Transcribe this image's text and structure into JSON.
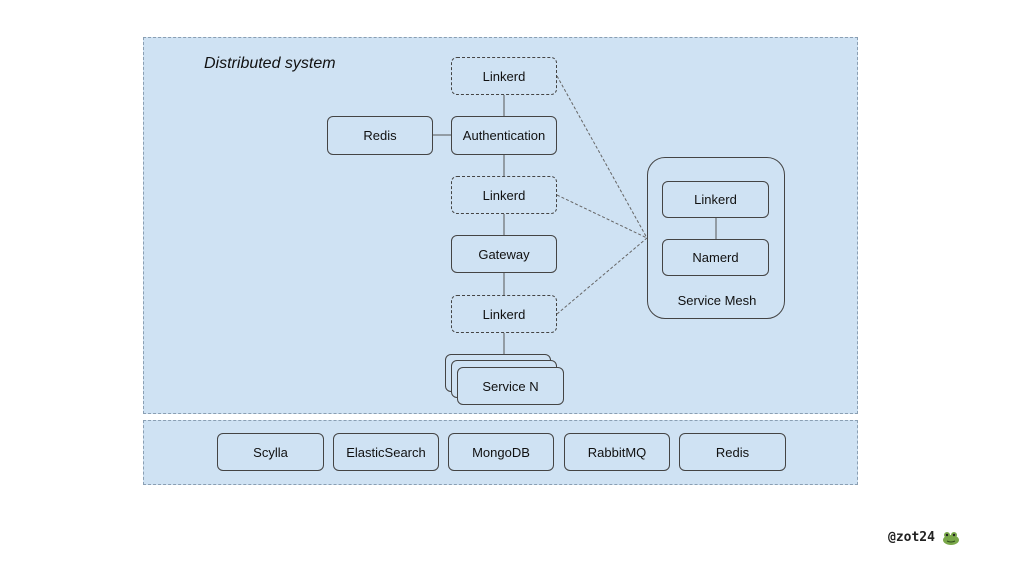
{
  "title": "Distributed system",
  "nodes": {
    "linkerd_top": "Linkerd",
    "redis_cache": "Redis",
    "authentication": "Authentication",
    "linkerd_mid": "Linkerd",
    "gateway": "Gateway",
    "linkerd_bottom": "Linkerd",
    "service_n": "Service N"
  },
  "service_mesh": {
    "label": "Service Mesh",
    "linkerd": "Linkerd",
    "namerd": "Namerd"
  },
  "storage": [
    "Scylla",
    "ElasticSearch",
    "MongoDB",
    "RabbitMQ",
    "Redis"
  ],
  "footer": {
    "handle": "@zot24",
    "logo_icon": "frog-icon"
  },
  "colors": {
    "panel": "#cfe2f3",
    "border": "#444444"
  }
}
